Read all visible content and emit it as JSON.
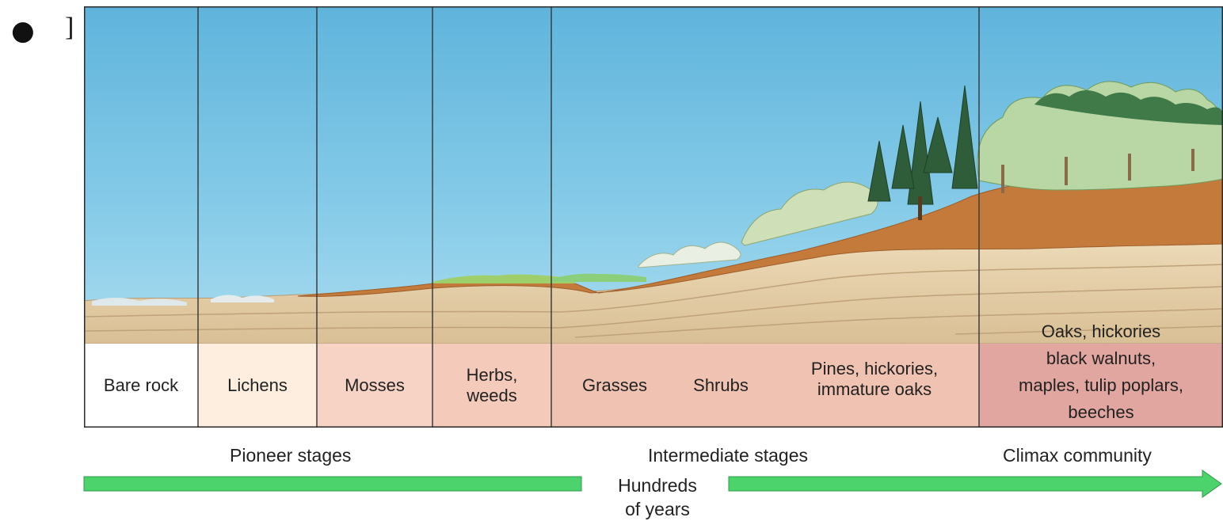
{
  "bullet": {
    "symbol": "●",
    "text": "]"
  },
  "stages": [
    {
      "id": "bare-rock",
      "label": "Bare rock",
      "color": "#ffffff"
    },
    {
      "id": "lichens",
      "label": "Lichens",
      "color": "#fdeee0"
    },
    {
      "id": "mosses",
      "label": "Mosses",
      "color": "#f7d3c6"
    },
    {
      "id": "herbs",
      "label": "Herbs,\nweeds",
      "color": "#f4cbbb"
    },
    {
      "id": "grasses",
      "label": "Grasses",
      "color": "#f0c2b2"
    },
    {
      "id": "shrubs",
      "label": "Shrubs",
      "color": "#f0c2b2"
    },
    {
      "id": "pines",
      "label": "Pines, hickories,\nimmature oaks",
      "color": "#f0c2b2"
    },
    {
      "id": "climax",
      "label": "Oaks, hickories\nblack walnuts,\nmaples, tulip poplars,\nbeeches",
      "color": "#e2a6a0"
    }
  ],
  "phases": {
    "pioneer": "Pioneer stages",
    "intermediate": "Intermediate stages",
    "climax": "Climax community"
  },
  "timeline": {
    "line1": "Hundreds",
    "line2": "of years"
  },
  "colors": {
    "sky": "#7cc6e6",
    "soil": "#c27838",
    "rock": "#e3cda7",
    "arrow": "#4cd36b"
  }
}
